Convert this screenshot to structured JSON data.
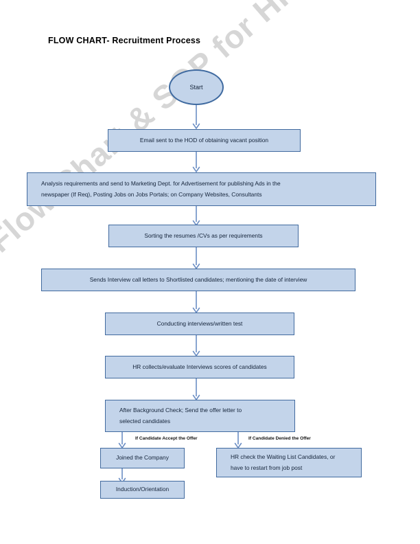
{
  "document": {
    "title": "FLOW CHART- Recruitment Process",
    "watermark": "Flow Chart & SOP for HR-Recruitment by Abhishek"
  },
  "colors": {
    "node_fill": "#c3d4ea",
    "node_border": "#40699e",
    "connector": "#6b8ec4",
    "text": "#15243a",
    "watermark": "#cfcfcf",
    "page_background": "#ffffff"
  },
  "flow": {
    "start": {
      "label": "Start",
      "shape": "ellipse"
    },
    "steps": [
      {
        "id": "email-hod",
        "label": "Email sent to the HOD of obtaining vacant position",
        "align": "center"
      },
      {
        "id": "analysis-requirements",
        "label": "Analysis requirements and send to Marketing Dept. for Advertisement for publishing Ads in the\nnewspaper (If Req), Posting Jobs on Jobs Portals; on Company Websites, Consultants",
        "align": "left"
      },
      {
        "id": "sorting-resumes",
        "label": "Sorting the resumes /CVs as per requirements",
        "align": "center"
      },
      {
        "id": "interview-call-letters",
        "label": "Sends Interview call letters to Shortlisted candidates; mentioning the date of interview",
        "align": "center"
      },
      {
        "id": "conducting-interviews",
        "label": "Conducting interviews/written test",
        "align": "center"
      },
      {
        "id": "hr-collects-scores",
        "label": "HR collects/evaluate Interviews scores of candidates",
        "align": "center"
      },
      {
        "id": "background-check",
        "label": "After Background Check; Send the offer letter to\nselected candidates",
        "align": "left"
      }
    ],
    "branches": [
      {
        "id": "accept",
        "label": "If Candidate Accept the Offer"
      },
      {
        "id": "denied",
        "label": "If Candidate Denied the Offer"
      }
    ],
    "outcomes": [
      {
        "id": "joined-company",
        "label": "Joined the Company",
        "align": "center"
      },
      {
        "id": "waiting-list",
        "label": "HR check the Waiting List Candidates, or\nhave to restart from job post",
        "align": "left"
      },
      {
        "id": "induction-orientation",
        "label": "Induction/Orientation",
        "align": "center"
      }
    ]
  }
}
